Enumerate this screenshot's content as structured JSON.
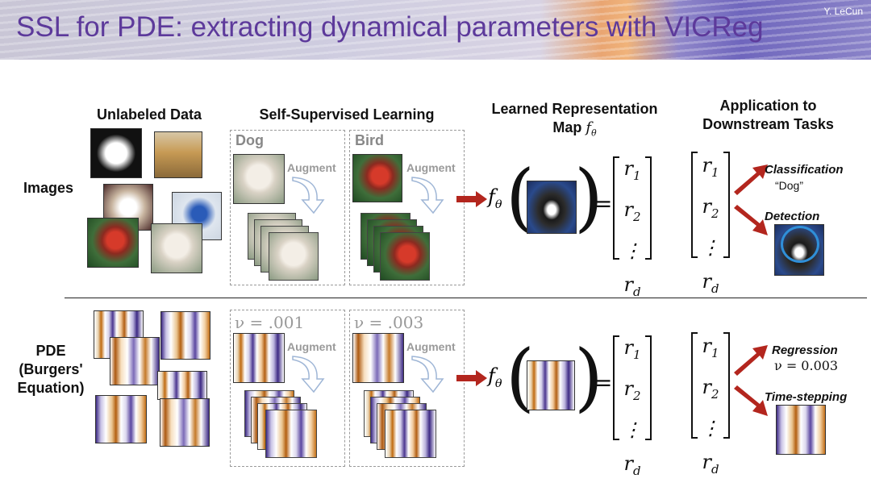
{
  "header": {
    "title": "SSL for PDE: extracting dynamical parameters with VICReg",
    "author": "Y. LeCun"
  },
  "columns": {
    "unlabeled": "Unlabeled Data",
    "ssl": "Self-Supervised Learning",
    "learned_line1": "Learned Representation",
    "learned_line2": "Map",
    "learned_symbol": "fθ",
    "application_line1": "Application to",
    "application_line2": "Downstream Tasks"
  },
  "rows": {
    "images": "Images",
    "pde_line1": "PDE",
    "pde_line2": "(Burgers'",
    "pde_line3": "Equation)"
  },
  "images_row": {
    "box1_label": "Dog",
    "box2_label": "Bird",
    "augment": "Augment",
    "f_symbol": "fθ",
    "equals": "=",
    "vector": [
      "r1",
      "r2",
      "⋮",
      "rd"
    ],
    "tasks": [
      {
        "name": "Classification",
        "sub": "“Dog”"
      },
      {
        "name": "Detection",
        "sub": ""
      }
    ]
  },
  "pde_row": {
    "box1_label": "ν = .001",
    "box2_label": "ν = .003",
    "augment": "Augment",
    "f_symbol": "fθ",
    "equals": "=",
    "vector": [
      "r1",
      "r2",
      "⋮",
      "rd"
    ],
    "tasks": [
      {
        "name": "Regression",
        "sub": "ν = 0.003"
      },
      {
        "name": "Time-stepping",
        "sub": ""
      }
    ]
  },
  "colors": {
    "title": "#5d3a9b",
    "arrow": "#b3261e",
    "augment_arrow": "#9fb6d6"
  }
}
